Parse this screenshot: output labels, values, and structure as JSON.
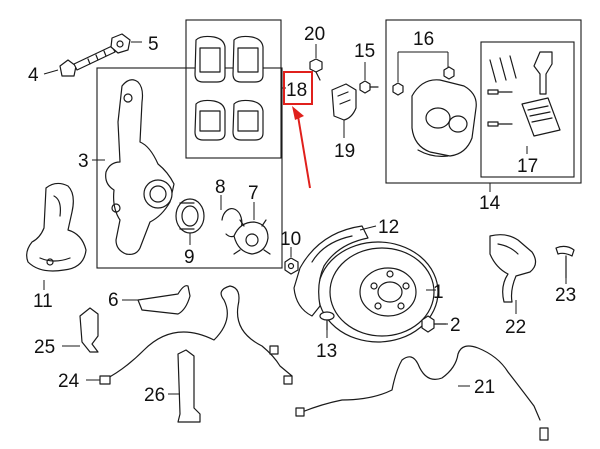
{
  "diagram": {
    "labels": {
      "l1": "1",
      "l2": "2",
      "l3": "3",
      "l4": "4",
      "l5": "5",
      "l6": "6",
      "l7": "7",
      "l8": "8",
      "l9": "9",
      "l10": "10",
      "l11": "11",
      "l12": "12",
      "l13": "13",
      "l14": "14",
      "l15": "15",
      "l16": "16",
      "l17": "17",
      "l18": "18",
      "l19": "19",
      "l20": "20",
      "l21": "21",
      "l22": "22",
      "l23": "23",
      "l24": "24",
      "l25": "25",
      "l26": "26"
    },
    "highlight": {
      "color": "#e0201c",
      "target": "18"
    }
  }
}
